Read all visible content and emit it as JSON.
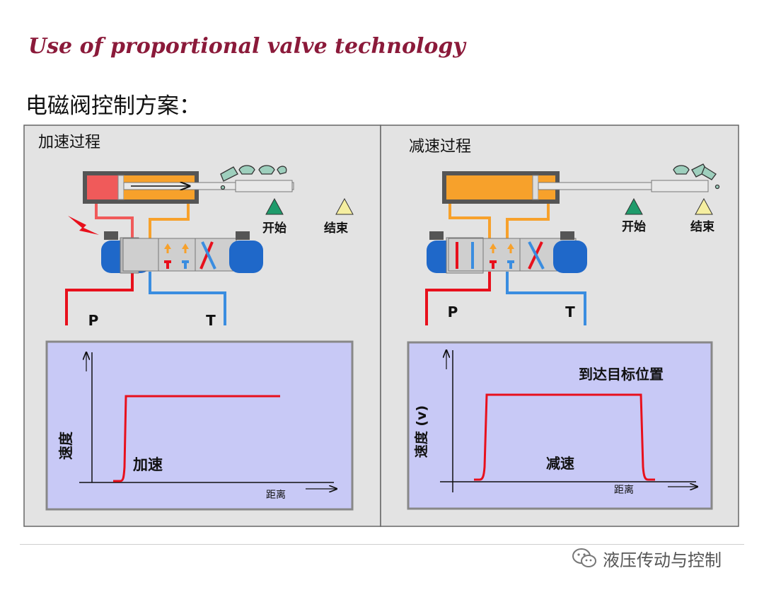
{
  "header": {
    "title": "Use of proportional valve technology",
    "subtitle": "电磁阀控制方案："
  },
  "panels": [
    {
      "heading": "加速过程",
      "start_label": "开始",
      "end_label": "结束",
      "port_p": "P",
      "port_t": "T",
      "chart": {
        "ylabel": "速度",
        "xlabel": "距离",
        "curve_label": "加速"
      }
    },
    {
      "heading": "减速过程",
      "start_label": "开始",
      "end_label": "结束",
      "port_p": "P",
      "port_t": "T",
      "chart": {
        "ylabel": "速度 (v)",
        "xlabel": "距离",
        "curve_label": "减速",
        "annotation": "到达目标位置"
      }
    }
  ],
  "colors": {
    "title": "#8b1a3a",
    "pressure_line": "#e8101c",
    "tank_line": "#3a8de0",
    "cylinder_body": "#f7a12b",
    "cylinder_pressurized": "#f05a5a",
    "start_marker": "#1e9b6b",
    "end_marker": "#f5eea0",
    "chart_background": "#c8c9f6",
    "panel_background": "#e3e3e3",
    "solenoid": "#1f68c9",
    "lightning": "#e8101c"
  },
  "footer": {
    "watermark": "液压传动与控制",
    "icon": "wechat-icon"
  }
}
